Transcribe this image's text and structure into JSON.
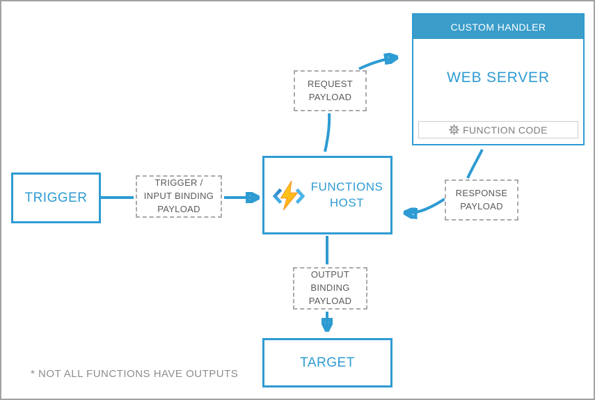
{
  "nodes": {
    "trigger": {
      "label": "TRIGGER"
    },
    "functions_host": {
      "label": "FUNCTIONS\nHOST"
    },
    "custom_handler": {
      "header": "CUSTOM HANDLER",
      "title": "WEB SERVER",
      "function_code_label": "FUNCTION CODE"
    },
    "target": {
      "label": "TARGET"
    }
  },
  "payloads": {
    "trigger_input": {
      "label": "TRIGGER /\nINPUT BINDING\nPAYLOAD"
    },
    "request": {
      "label": "REQUEST\nPAYLOAD"
    },
    "response": {
      "label": "RESPONSE\nPAYLOAD"
    },
    "output_binding": {
      "label": "OUTPUT\nBINDING\nPAYLOAD"
    }
  },
  "footnote": "* NOT ALL FUNCTIONS HAVE OUTPUTS",
  "icons": {
    "functions_host": "azure-functions-bolt-icon",
    "function_code": "gear-icon"
  },
  "colors": {
    "accent": "#2E9BD2",
    "header_fill": "#3A9DCA",
    "dashed_border": "#A9A9A9",
    "payload_text": "#595959",
    "function_code_text": "#7D7D7D",
    "footnote_text": "#8D8D8D",
    "page_border": "#A2A2A2",
    "bolt_orange": "#F9A11B",
    "bolt_yellow": "#FFD51C",
    "bracket_dark_blue": "#2B84C6",
    "bracket_light_blue": "#4DB3E8"
  }
}
